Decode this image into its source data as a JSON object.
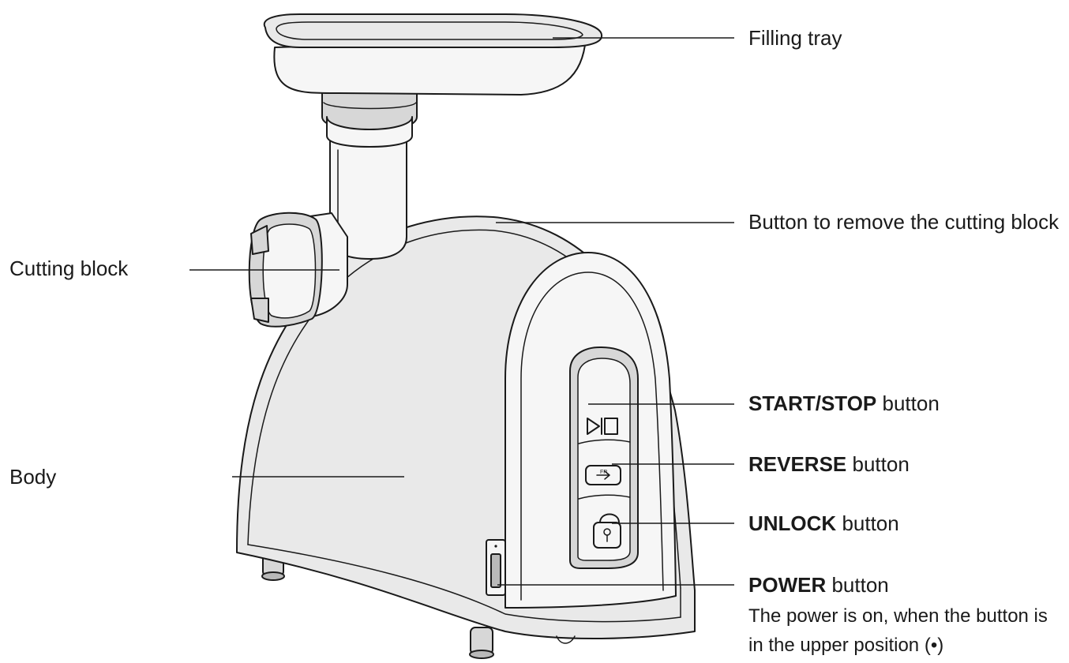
{
  "labels": {
    "filling_tray": "Filling tray",
    "remove_button": "Button to remove the cutting block",
    "cutting_block": "Cutting block",
    "body": "Body",
    "start_stop": {
      "bold": "START/STOP",
      "rest": " button"
    },
    "reverse": {
      "bold": "REVERSE",
      "rest": " button"
    },
    "unlock": {
      "bold": "UNLOCK",
      "rest": " button"
    },
    "power": {
      "bold": "POWER",
      "rest": " button"
    },
    "power_note": "The power is on, when the button is in the upper position (•)"
  },
  "icons": {
    "start_stop": "play-pause-icon",
    "reverse": "reverse-arrow-icon",
    "unlock": "unlock-padlock-icon"
  },
  "colors": {
    "line": "#1a1a1a",
    "body_fill": "#e9e9e9"
  }
}
